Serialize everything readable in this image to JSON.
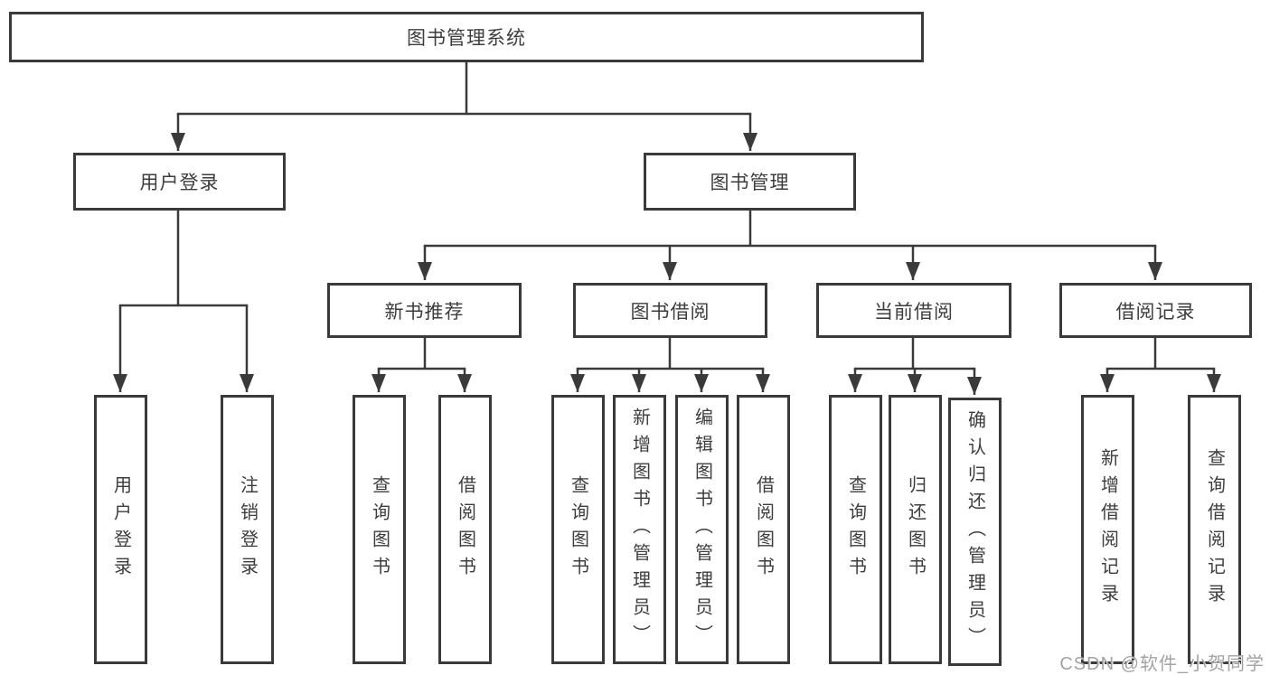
{
  "tree": {
    "label": "图书管理系统",
    "children": [
      {
        "label": "用户登录",
        "children": [
          {
            "label": "用户登录"
          },
          {
            "label": "注销登录"
          }
        ]
      },
      {
        "label": "图书管理",
        "children": [
          {
            "label": "新书推荐",
            "children": [
              {
                "label": "查询图书"
              },
              {
                "label": "借阅图书"
              }
            ]
          },
          {
            "label": "图书借阅",
            "children": [
              {
                "label": "查询图书"
              },
              {
                "label": "新增图书（管理员）"
              },
              {
                "label": "编辑图书（管理员）"
              },
              {
                "label": "借阅图书"
              }
            ]
          },
          {
            "label": "当前借阅",
            "children": [
              {
                "label": "查询图书"
              },
              {
                "label": "归还图书"
              },
              {
                "label": "确认归还（管理员）"
              }
            ]
          },
          {
            "label": "借阅记录",
            "children": [
              {
                "label": "新增借阅记录"
              },
              {
                "label": "查询借阅记录"
              }
            ]
          }
        ]
      }
    ]
  },
  "watermark": "CSDN @软件_小贺同学",
  "colors": {
    "line": "#3a3a3a",
    "text": "#3d3d3d",
    "watermark_text": "#a3a3a3",
    "background": "#ffffff"
  }
}
